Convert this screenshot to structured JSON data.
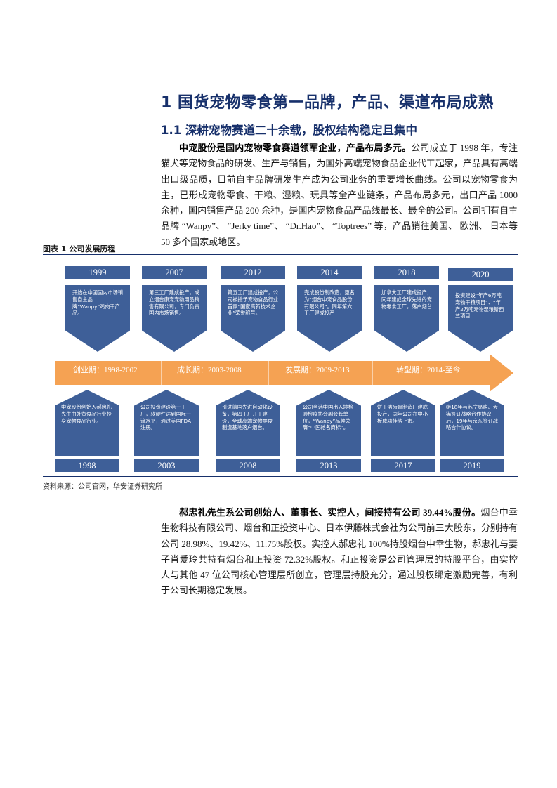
{
  "heading1": "1 国货宠物零食第一品牌，产品、渠道布局成熟",
  "heading2": "1.1 深耕宠物赛道二十余载，股权结构稳定且集中",
  "para1": {
    "lead": "中宠股份是国内宠物零食赛道领军企业，产品布局多元。",
    "body": "公司成立于 1998 年，专注猫犬等宠物食品的研发、生产与销售，为国外高端宠物食品企业代工起家，产品具有高端出口级品质，目前自主品牌研发生产成为公司业务的重要增长曲线。公司以宠物零食为主，已形成宠物零食、干粮、湿粮、玩具等全产业链条，产品布局多元，出口产品 1000 余种，国内销售产品 200 余种，是国内宠物食品产品线最长、最全的公司。公司拥有自主品牌 “Wanpy”、 “Jerky time”、 “Dr.Hao”、 “Toptrees” 等，产品销往美国、 欧洲、 日本等 50 多个国家或地区。"
  },
  "figure": {
    "caption": "图表 1 公司发展历程",
    "source": "资料来源：公司官网，华安证券研究所",
    "top_events": [
      {
        "year": "1999",
        "text": "开始在中国国内市场销售自主品牌“Wanpy”鸡肉干产品。"
      },
      {
        "year": "2007",
        "text": "第三工厂建成投产，成立烟台康宠宠物用品销售有限公司，专门负责国内市场销售。"
      },
      {
        "year": "2012",
        "text": "第五工厂建成投产，公司被授予宠物食品行业首家“国家高新技术企业”荣誉称号。"
      },
      {
        "year": "2014",
        "text": "完成股份制改造，更名为“烟台中宠食品股份有限公司”。同年第六工厂建成投产"
      },
      {
        "year": "2018",
        "text": "加拿大工厂建成投产，同年建成全球先进的宠物零食工厂，落户烟台"
      },
      {
        "year": "2020",
        "text": "投资建设“年产6万吨宠物干粮项目”、“年产2万吨宠物湿粮新西兰项目"
      }
    ],
    "phases": [
      {
        "name": "创业期：",
        "dates": "1998-2002"
      },
      {
        "name": "成长期：",
        "dates": "2003-2008"
      },
      {
        "name": "发展期：",
        "dates": "2009-2013"
      },
      {
        "name": "转型期：",
        "dates": "2014-至今"
      }
    ],
    "bottom_events": [
      {
        "year": "1998",
        "text": "中宠股份创始人郝忠礼先生由外贸食品行业投身宠物食品行业。"
      },
      {
        "year": "2003",
        "text": "公司投资建设第一工厂，软硬件达到国际一流水平，通过美国FDA注册。"
      },
      {
        "year": "2008",
        "text": "引进德国先进自动化设备，第四工厂开工建设，全球高端宠物零食制造基地落户烟台。"
      },
      {
        "year": "2013",
        "text": "公司当选中国出入境检验检疫协会副会长单位，“Wanpy”品牌荣膺“中国驰名商标”。"
      },
      {
        "year": "2017",
        "text": "饼干洁齿骨制造厂建成投产，同年公司在中小板成功挂牌上市。"
      },
      {
        "year": "2019",
        "text": "继18年与苏宁易购、天猫签订战略合作协议后，19年与京东签订战略合作协议。"
      }
    ]
  },
  "para2": {
    "lead": "郝忠礼先生系公司创始人、董事长、实控人，间接持有公司 39.44%股份。",
    "body": "烟台中幸生物科技有限公司、烟台和正投资中心、日本伊藤株式会社为公司前三大股东，分别持有公司 28.98%、19.42%、11.75%股权。实控人郝忠礼 100%持股烟台中幸生物，郝忠礼与妻子肖爱玲共持有烟台和正投资 72.32%股权。和正投资是公司管理层的持股平台，由实控人与其他 47 位公司核心管理层所创立，管理层持股充分，通过股权绑定激励完善，有利于公司长期稳定发展。"
  },
  "colors": {
    "heading": "#17306b",
    "timeline_blue": "#3e5f98",
    "arrow_orange": "#f5a253"
  }
}
